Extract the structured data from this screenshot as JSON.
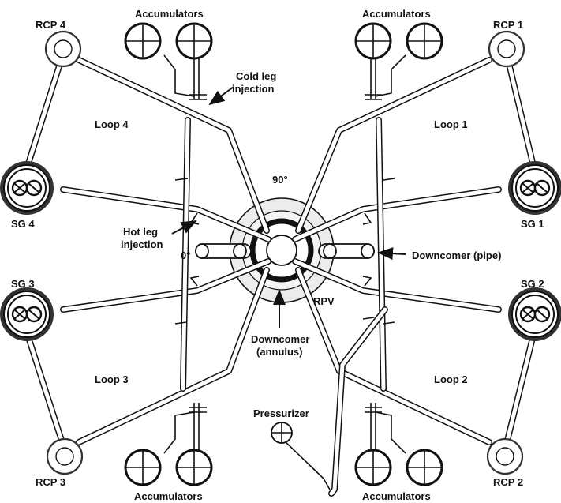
{
  "colors": {
    "line": "#111111",
    "background": "#ffffff",
    "halo": "#e6e6e6"
  },
  "labels": {
    "accumulators_tl": "Accumulators",
    "accumulators_tr": "Accumulators",
    "accumulators_bl": "Accumulators",
    "accumulators_br": "Accumulators",
    "rcp1": "RCP 1",
    "rcp2": "RCP 2",
    "rcp3": "RCP 3",
    "rcp4": "RCP 4",
    "sg1": "SG 1",
    "sg2": "SG 2",
    "sg3": "SG 3",
    "sg4": "SG 4",
    "loop1": "Loop 1",
    "loop2": "Loop 2",
    "loop3": "Loop 3",
    "loop4": "Loop 4",
    "cold_leg_1": "Cold leg",
    "cold_leg_2": "injection",
    "hot_leg_1": "Hot leg",
    "hot_leg_2": "injection",
    "angle_90": "90°",
    "angle_0": "0°",
    "downcomer_pipe": "Downcomer (pipe)",
    "rpv": "RPV",
    "downcomer_ann_1": "Downcomer",
    "downcomer_ann_2": "(annulus)",
    "pressurizer": "Pressurizer"
  },
  "icons": [
    "steam-generator-icon",
    "pump-icon",
    "tank-icon",
    "arrow-icon"
  ]
}
